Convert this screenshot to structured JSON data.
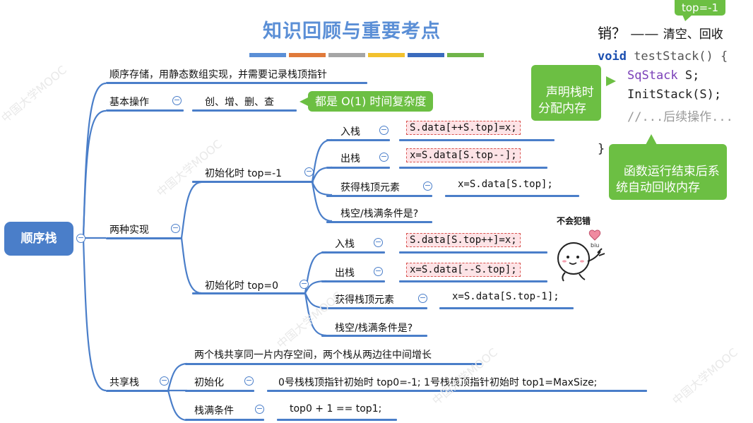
{
  "title": "知识回顾与重要考点",
  "title_bar_colors": [
    "#5b8fd6",
    "#e07a3a",
    "#a5a5a5",
    "#f2c12e",
    "#3a6bbd",
    "#70b44a"
  ],
  "root": "顺序栈",
  "branches": {
    "storage": "顺序存储，用静态数组实现，并需要记录栈顶指针",
    "basic_ops": "基本操作",
    "basic_ops_detail": "创、增、删、查",
    "two_impl": "两种实现",
    "init_neg1": "初始化时 top=-1",
    "init_0": "初始化时 top=0",
    "shared": "共享栈"
  },
  "impl_neg1": {
    "push_label": "入栈",
    "push_code": "S.data[++S.top]=x;",
    "pop_label": "出栈",
    "pop_code": "x=S.data[S.top--];",
    "peek_label": "获得栈顶元素",
    "peek_code": "x=S.data[S.top];",
    "cond_label": "栈空/栈满条件是?"
  },
  "impl_0": {
    "push_label": "入栈",
    "push_code": "S.data[S.top++]=x;",
    "pop_label": "出栈",
    "pop_code": "x=S.data[--S.top];",
    "peek_label": "获得栈顶元素",
    "peek_code": "x=S.data[S.top-1];",
    "cond_label": "栈空/栈满条件是?"
  },
  "shared_stack": {
    "desc": "两个栈共享同一片内存空间，两个栈从两边往中间增长",
    "init_label": "初始化",
    "init_detail": "0号栈栈顶指针初始时 top0=-1;   1号栈栈顶指针初始时  top1=MaxSize;",
    "full_label": "栈满条件",
    "full_detail": "top0 + 1 == top1;"
  },
  "callouts": {
    "complexity": "都是 O(1) 时间复杂度",
    "declare": "声明栈时\n分配内存",
    "auto_free": "函数运行结束后系\n统自动回收内存",
    "top_tag": "top=-1"
  },
  "sticker_text": "不会犯错",
  "code_panel": {
    "header_prefix": "销？ —— ",
    "header_suffix": "清空、回收",
    "line1_kw": "void",
    "line1_rest": " testStack() {",
    "line2_type": "SqStack",
    "line2_rest": " S;",
    "line3": "InitStack(S);",
    "line4": "//...后续操作...",
    "line5": "}"
  },
  "watermark": "中国大学MOOC"
}
